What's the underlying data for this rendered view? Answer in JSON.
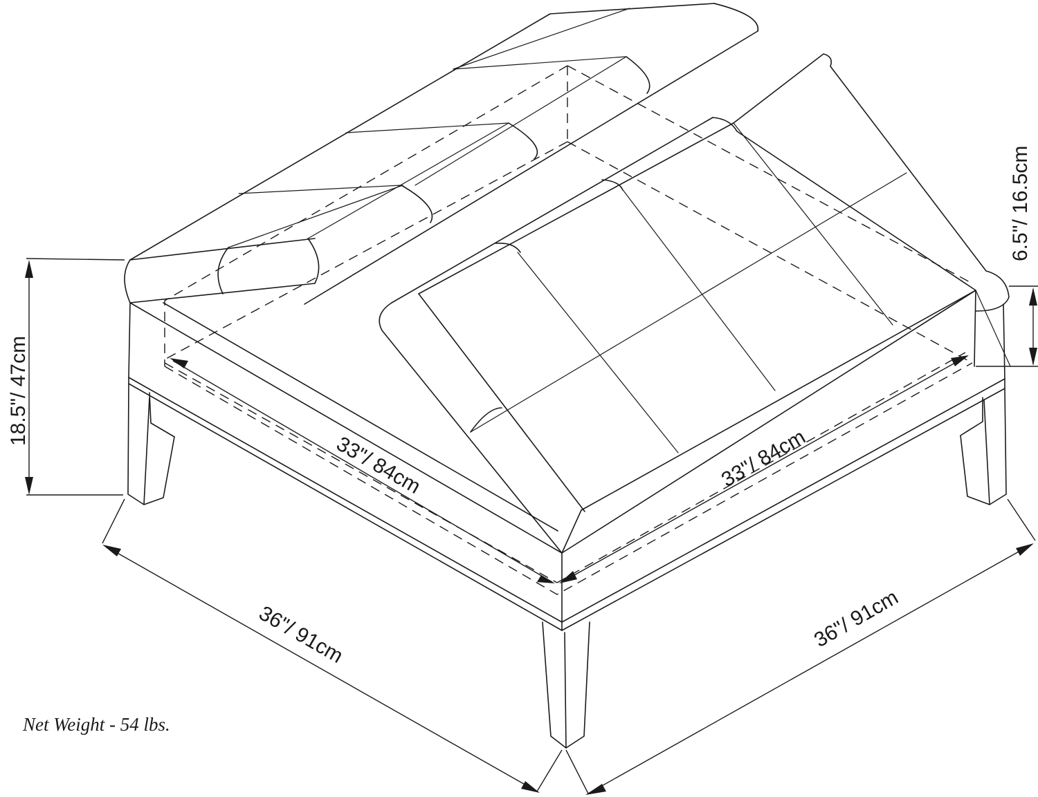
{
  "dimensions": {
    "height_total": "18.5\"/ 47cm",
    "tray_depth": "6.5\"/ 16.5cm",
    "inner_width_left": "33\"/ 84cm",
    "inner_width_right": "33\"/ 84cm",
    "outer_width_left": "36\"/ 91cm",
    "outer_width_right": "36\"/ 91cm"
  },
  "net_weight": "Net Weight - 54 lbs.",
  "colors": {
    "line": "#1a1a1a",
    "background": "#ffffff"
  }
}
